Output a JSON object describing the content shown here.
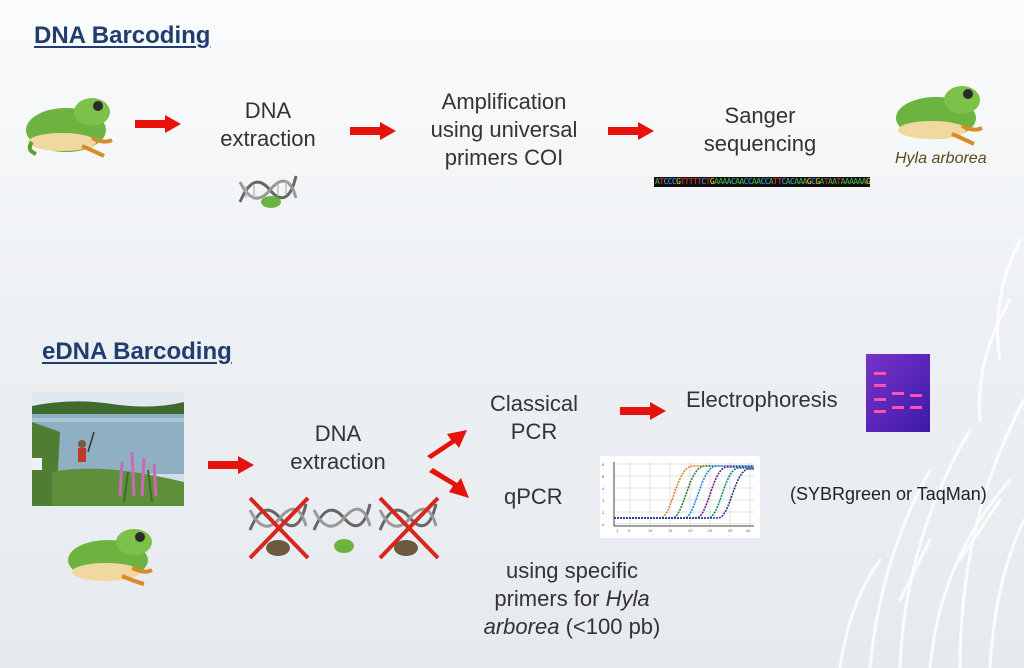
{
  "dna_section": {
    "heading": "DNA Barcoding",
    "step1_line1": "DNA",
    "step1_line2": "extraction",
    "step2_line1": "Amplification",
    "step2_line2": "using universal",
    "step2_line3": "primers COI",
    "step3_line1": "Sanger",
    "step3_line2": "sequencing",
    "sequence": "ATCCCGTTTTTCTGAAAACAACCAACCATTCACAAAGCGATAATAAAAAAGCAATAC",
    "species_label": "Hyla arborea"
  },
  "edna_section": {
    "heading": "eDNA Barcoding",
    "extraction_line1": "DNA",
    "extraction_line2": "extraction",
    "classical_line1": "Classical",
    "classical_line2": "PCR",
    "electrophoresis": "Electrophoresis",
    "qpcr": "qPCR",
    "qpcr_chemistry": "(SYBRgreen or TaqMan)",
    "primer_line1": "using specific",
    "primer_line2_pre": "primers for ",
    "primer_line2_italic": "Hyla",
    "primer_line3_italic": "arborea",
    "primer_line3_post": " (<100 pb)"
  },
  "colors": {
    "heading": "#1f3d6e",
    "arrow": "#e8120c",
    "frog_body": "#6cb33f",
    "cross": "#d9261c"
  },
  "icons": [
    "frog-icon",
    "dna-helix-icon",
    "arrow-right-icon",
    "red-cross-icon",
    "pond-photo",
    "gel-image",
    "qpcr-curve-chart"
  ]
}
